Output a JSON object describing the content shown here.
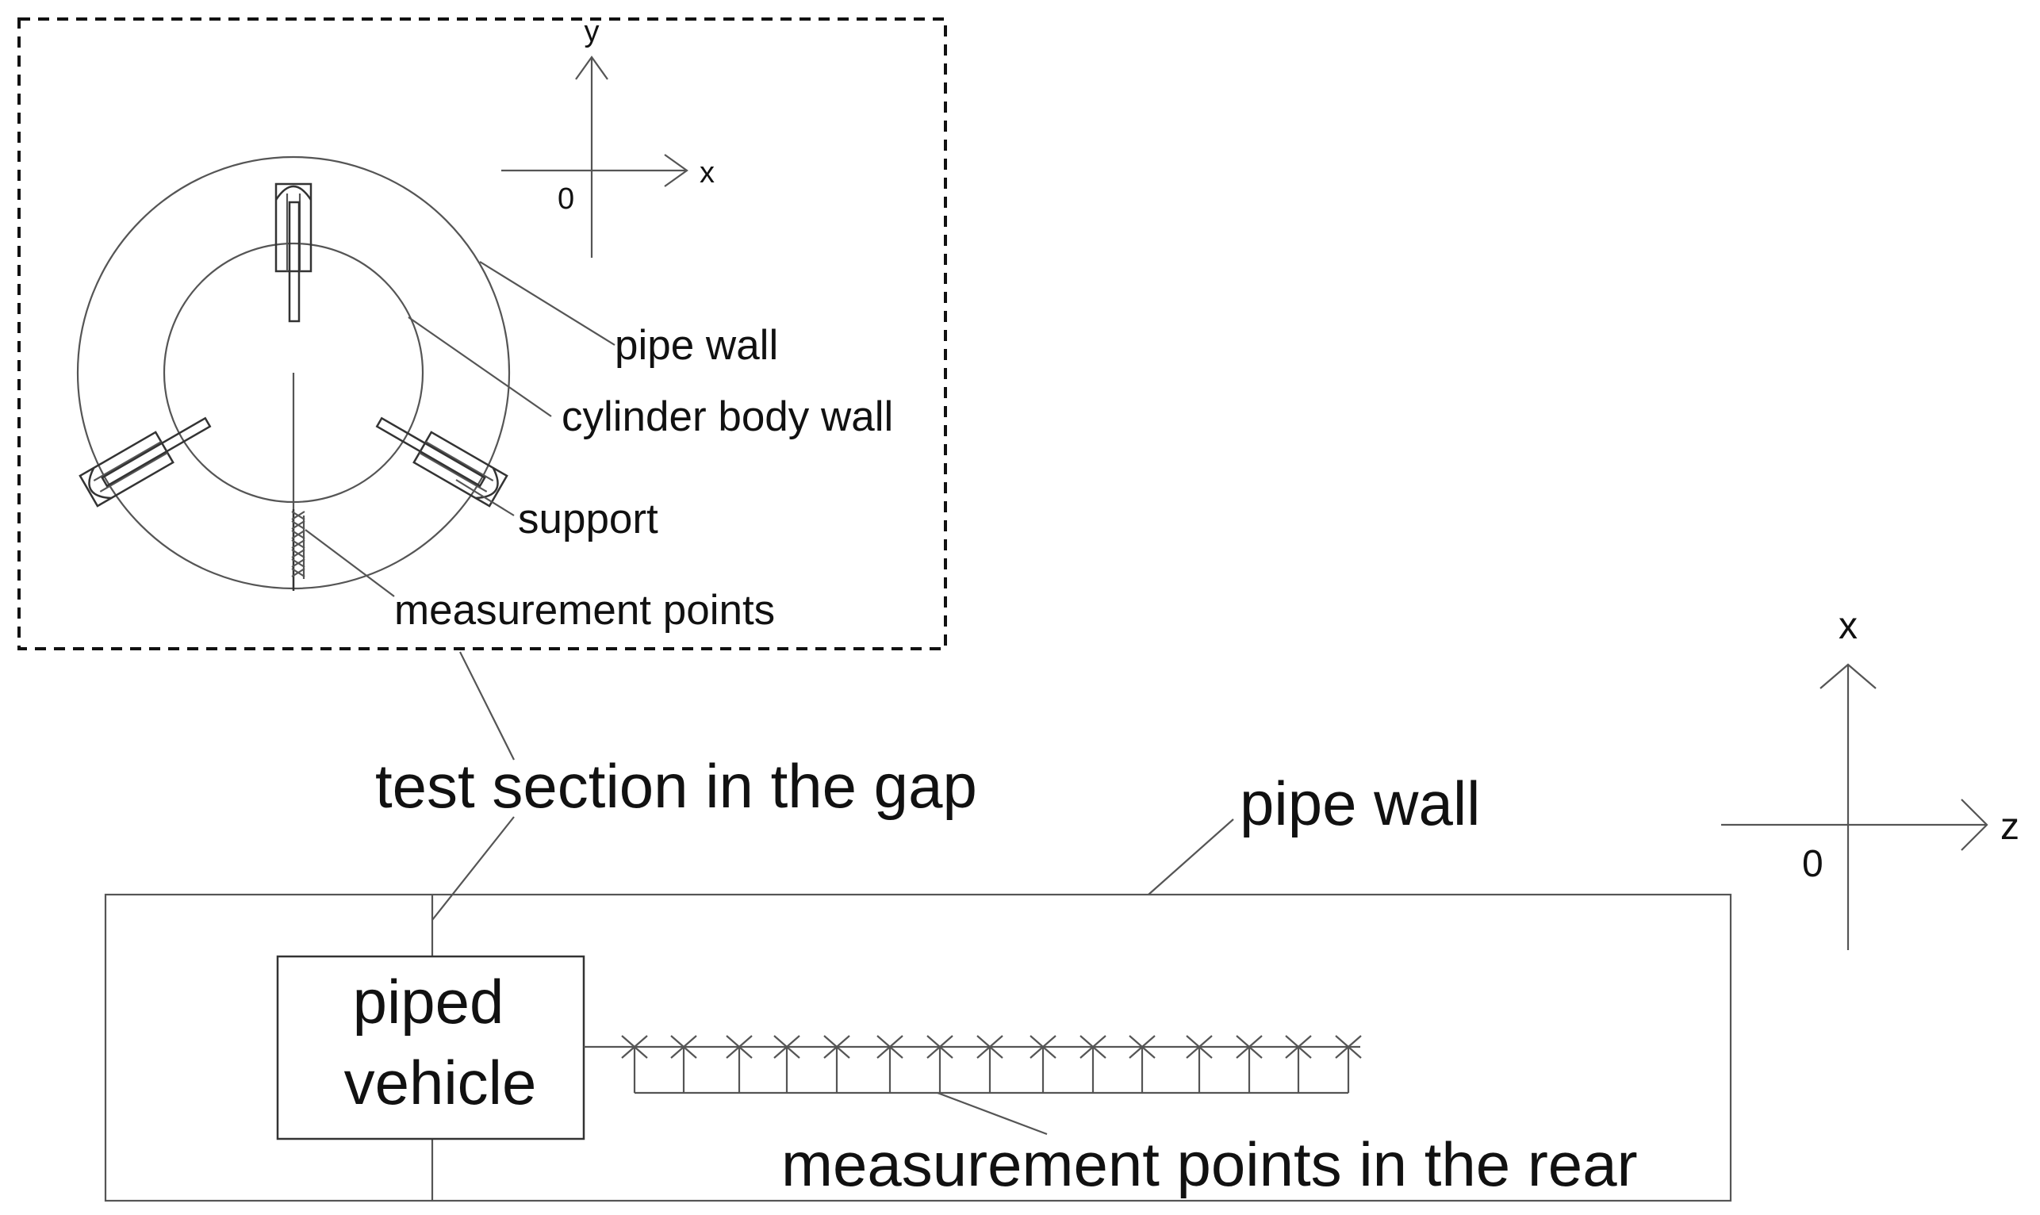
{
  "inset": {
    "axes": {
      "y_label": "y",
      "x_label": "x",
      "origin_label": "0"
    },
    "labels": {
      "pipe_wall": "pipe wall",
      "cylinder_body_wall": "cylinder body wall",
      "support": "support",
      "measurement_points": "measurement points"
    }
  },
  "main": {
    "axes": {
      "x_label": "x",
      "z_label": "z",
      "origin_label": "0"
    },
    "labels": {
      "test_section": "test section in the gap",
      "pipe_wall": "pipe wall",
      "vehicle_line1": "piped",
      "vehicle_line2": "vehicle",
      "rear_points": "measurement points in the rear"
    }
  }
}
